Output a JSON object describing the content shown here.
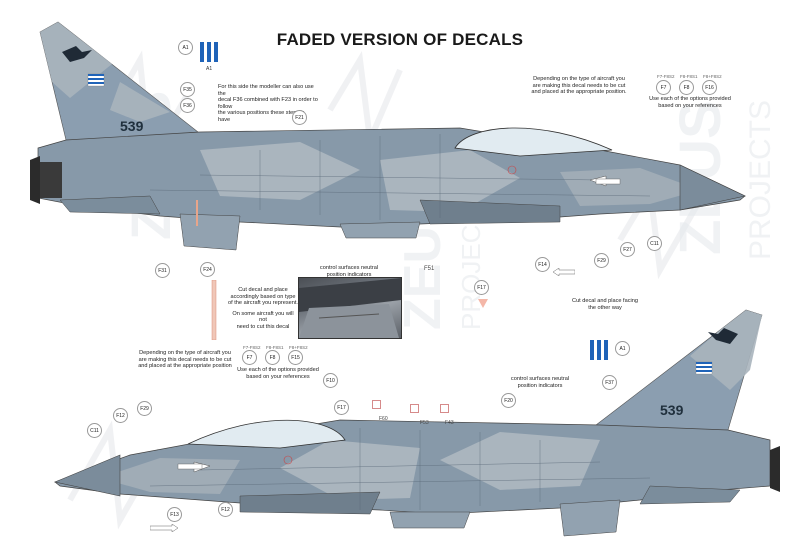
{
  "title": "FADED VERSION OF DECALS",
  "notes": {
    "top_left_a": "For this side the modeller can also use the",
    "top_left_b": "decal F36 combined with F23 in order to follow",
    "top_left_c": "the various positions these stencils have",
    "top_right_a": "Depending on the type of aircraft you",
    "top_right_b": "are making this decal needs  to be cut",
    "top_right_c": "and placed at the appropriate position.",
    "options_top_a": "Use each of the options provided",
    "options_top_b": "based on your references",
    "cut_decal_a": "Cut decal and place",
    "cut_decal_b": "accordingly based on type",
    "cut_decal_c": "of the aircraft you represent.",
    "cut_decal_d": "On some aircraft you will not",
    "cut_decal_e": "need to cut this decal",
    "control_surfaces_top_a": "control surfaces neutral",
    "control_surfaces_top_b": "position indicators",
    "cut_facing_a": "Cut decal and place facing",
    "cut_facing_b": "the other way",
    "bottom_left_a": "Depending on the type of aircraft you",
    "bottom_left_b": "are making this decal needs  to be cut",
    "bottom_left_c": "and placed at the appropriate position",
    "options_bottom_a": "Use each of the options provided",
    "options_bottom_b": "based on your references",
    "control_surfaces_bottom_a": "control surfaces neutral",
    "control_surfaces_bottom_b": "position indicators"
  },
  "callouts": {
    "a1_top": "A1",
    "a1_top_sub": "A1",
    "f35": "F35",
    "f36": "F36",
    "f21": "F21",
    "f7_top": "F7",
    "f8_top": "F8",
    "f16_top": "F16",
    "f27": "F27",
    "c11": "C11",
    "f29": "F29",
    "f14": "F14",
    "f31": "F31",
    "f24": "F24",
    "f51": "F51",
    "f17_mid": "F17",
    "f7_bot": "F7",
    "f8_bot": "F8",
    "f15_bot": "F15",
    "f10": "F10",
    "f17_bot": "F17",
    "f12_left": "F12",
    "f29_left": "F29",
    "c11_left": "C11",
    "f60": "F60",
    "f53": "F53",
    "f43": "F43",
    "f20": "F20",
    "f37": "F37",
    "a1_bot": "A1",
    "f13": "F13",
    "f12_bot": "F12"
  },
  "codes": {
    "f7_top": "F7-F8S2",
    "f8_top": "F8-F8S1",
    "f16_top": "F8+F8S2",
    "f7_bot": "F7-F8S2",
    "f8_bot": "F8-F8S1",
    "f15_bot": "F8+F8S2"
  },
  "aircraft": {
    "tail_number_top": "539",
    "tail_number_bottom": "539"
  },
  "watermark": {
    "brand": "ZEUS",
    "sub": "PROJECTS"
  },
  "colors": {
    "camo_dark": "#7f94a6",
    "camo_light": "#a6b2bb",
    "camo_mid": "#8899a9",
    "underside": "#a9b2b9",
    "canopy": "#dde8ef",
    "flag_blue": "#1f63b8"
  }
}
